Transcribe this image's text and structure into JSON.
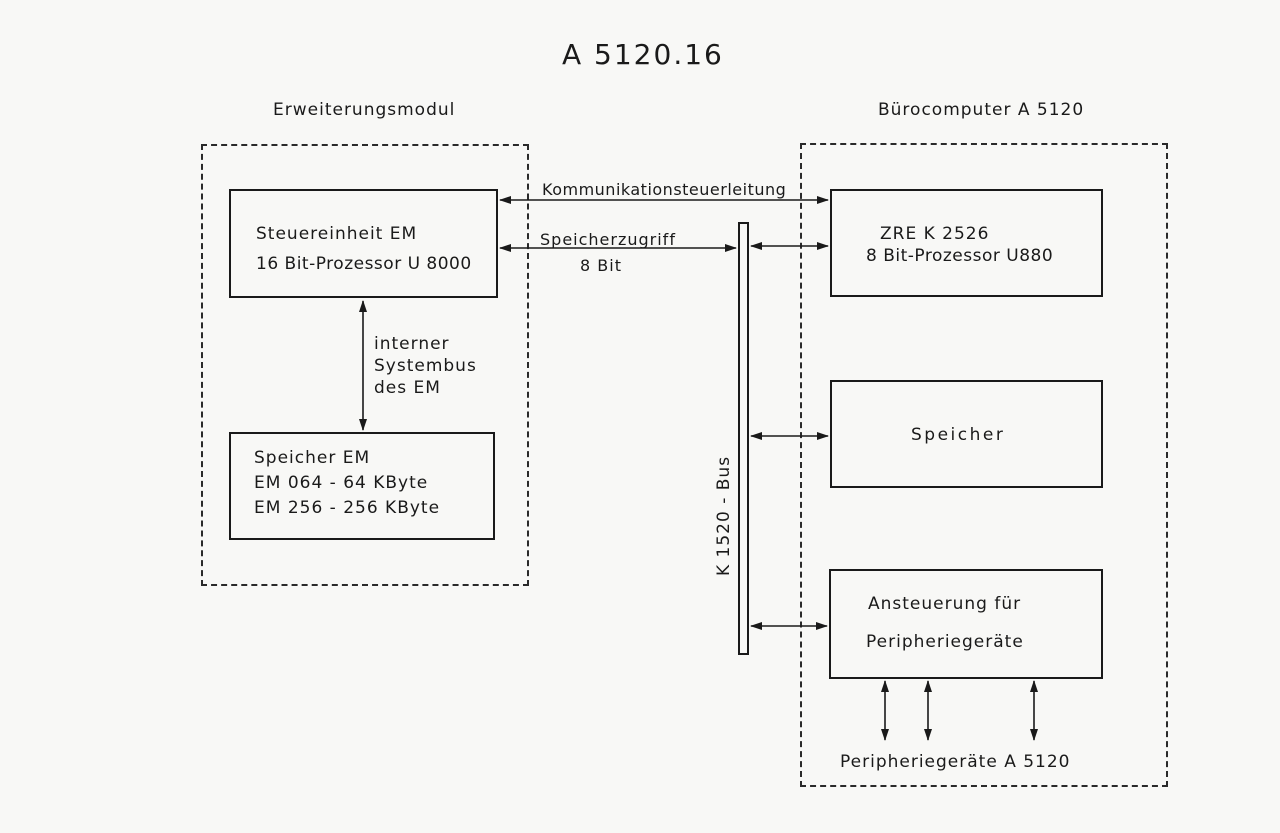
{
  "title": "A 5120.16",
  "modules": {
    "left_title": "Erweiterungsmodul",
    "right_title": "Bürocomputer A 5120"
  },
  "boxes": {
    "steuer": {
      "line1": "Steuereinheit  EM",
      "line2": "16 Bit-Prozessor  U 8000"
    },
    "speicher_em": {
      "line1": "Speicher EM",
      "line2": "EM 064  -  64  KByte",
      "line3": "EM 256  - 256  KByte"
    },
    "zre": {
      "line1": "ZRE   K  2526",
      "line2": "8 Bit-Prozessor  U880"
    },
    "speicher": {
      "line1": "Speicher"
    },
    "ansteuerung": {
      "line1": "Ansteuerung  für",
      "line2": "Peripheriegeräte"
    }
  },
  "links": {
    "komm": "Kommunikationsteuerleitung",
    "zugriff": "Speicherzugriff",
    "zugriff_bits": "8  Bit",
    "intern1": "interner",
    "intern2": "Systembus",
    "intern3": "des  EM"
  },
  "bus_label": "K  1520  -  Bus",
  "peripherals_label": "Peripheriegeräte  A  5120"
}
